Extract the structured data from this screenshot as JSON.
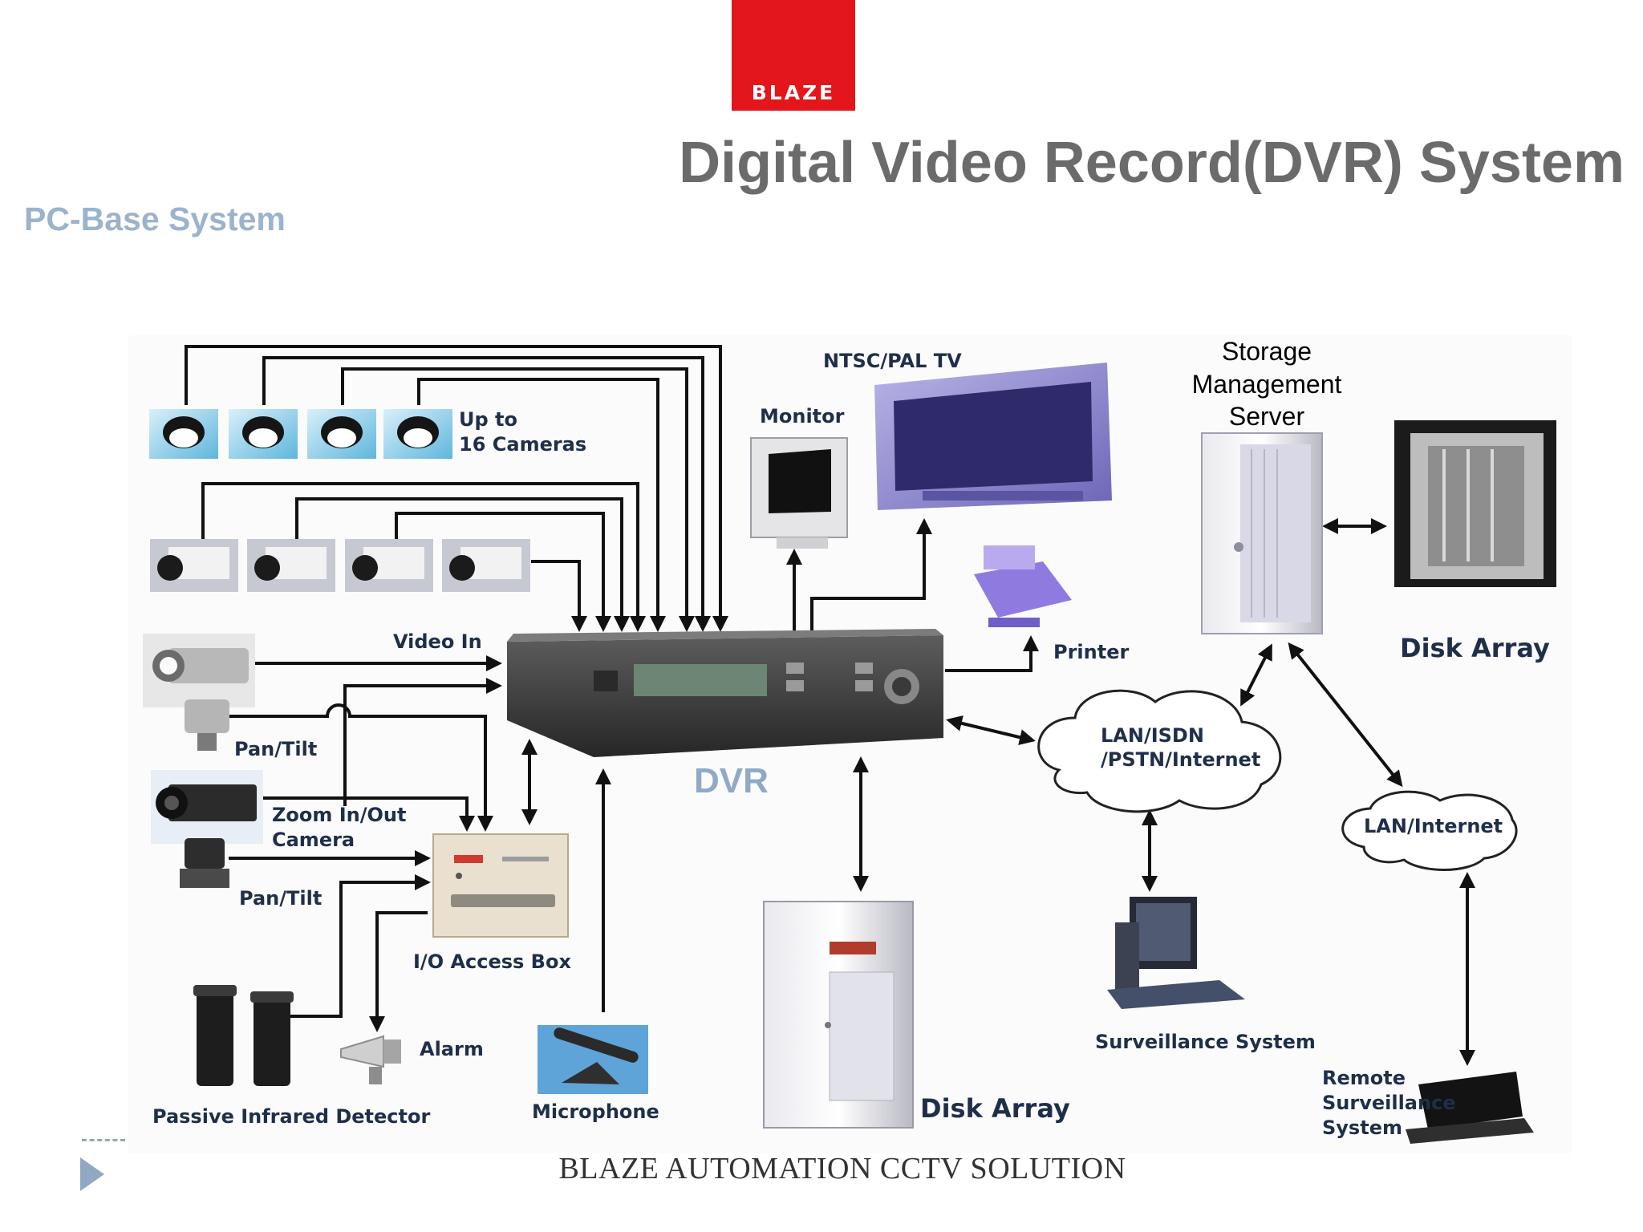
{
  "logo": {
    "text": "BLAZE",
    "color": "#e3161c"
  },
  "title": "Digital Video Record(DVR) System",
  "subtitle": "PC-Base System",
  "diagram": {
    "labels": {
      "cameras_16": [
        "Up to",
        "16 Cameras"
      ],
      "video_in": "Video In",
      "pan_tilt_1": "Pan/Tilt",
      "zoom_camera": [
        "Zoom In/Out",
        "Camera"
      ],
      "pan_tilt_2": "Pan/Tilt",
      "io_access_box": "I/O Access Box",
      "alarm": "Alarm",
      "passive_infrared": "Passive Infrared Detector",
      "microphone": "Microphone",
      "dvr": "DVR",
      "disk_array_bottom": "Disk Array",
      "monitor": "Monitor",
      "ntsc_pal_tv": "NTSC/PAL TV",
      "printer": "Printer",
      "storage_server": [
        "Storage",
        "Management",
        "Server"
      ],
      "disk_array_right": "Disk Array",
      "lan_isdn": [
        "LAN/ISDN",
        "/PSTN/Internet"
      ],
      "lan_internet": "LAN/Internet",
      "surveillance_system": "Surveillance System",
      "remote_surveillance": [
        "Remote",
        "Surveillance",
        "System"
      ]
    },
    "icons": {
      "dome_cameras": "dome-camera-icon",
      "box_cameras": "box-camera-icon",
      "dvr_unit": "dvr-recorder-icon",
      "monitor": "crt-monitor-icon",
      "tv": "flat-tv-icon",
      "printer": "printer-icon",
      "server": "tower-server-icon",
      "disk_array": "disk-array-icon",
      "cloud": "network-cloud-icon",
      "workstation": "desktop-computer-icon",
      "laptop": "laptop-icon",
      "io_box": "io-access-box-icon",
      "pir": "infrared-detector-icon",
      "siren": "alarm-siren-icon",
      "microphone": "microphone-icon"
    },
    "colors": {
      "dvr_label": "#8fa9c7",
      "arrows": "#111111",
      "labels": "#1f2f4a"
    }
  },
  "footer": {
    "text": "BLAZE AUTOMATION CCTV SOLUTION"
  }
}
